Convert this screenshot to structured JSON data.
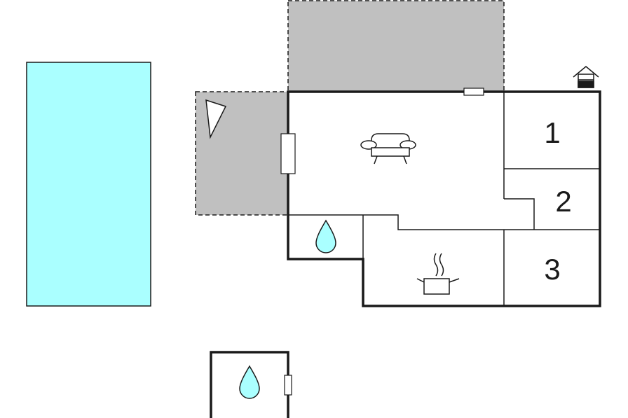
{
  "colors": {
    "pool": "#aaffff",
    "terrace": "#c0c0c0",
    "wall": "#1a1a1a",
    "background": "#ffffff"
  },
  "rooms": {
    "bedroom_1": {
      "label": "1"
    },
    "bedroom_2": {
      "label": "2"
    },
    "bedroom_3": {
      "label": "3"
    }
  },
  "icons": {
    "living_room": "sofa-icon",
    "bathroom": "water-drop-icon",
    "kitchen": "cooking-pot-icon",
    "house_marker": "house-icon",
    "entrance": "triangle-marker-icon",
    "outdoor_shower": "water-drop-icon"
  }
}
